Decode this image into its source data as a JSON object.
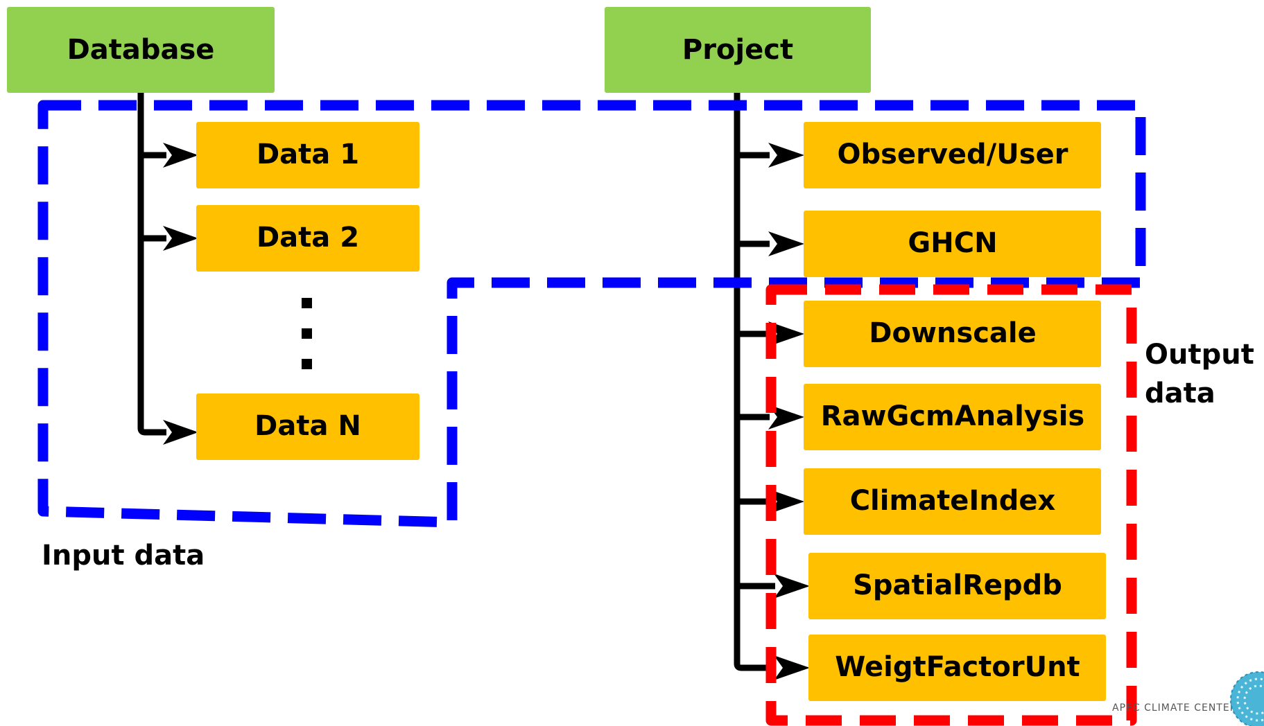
{
  "colors": {
    "root_box": "#92d050",
    "child_box": "#ffc000",
    "input_group_border": "#0000ff",
    "output_group_border": "#ff0000",
    "connector": "#000000"
  },
  "database": {
    "label": "Database",
    "children": [
      "Data 1",
      "Data 2",
      "Data N"
    ]
  },
  "project": {
    "label": "Project",
    "children": [
      "Observed/User",
      "GHCN",
      "Downscale",
      "RawGcmAnalysis",
      "ClimateIndex",
      "SpatialRepdb",
      "WeigtFactorUnt"
    ]
  },
  "groups": {
    "input_label": "Input data",
    "output_label_line1": "Output",
    "output_label_line2": "data"
  },
  "logo": {
    "text": "APEC CLIMATE CENTER"
  }
}
